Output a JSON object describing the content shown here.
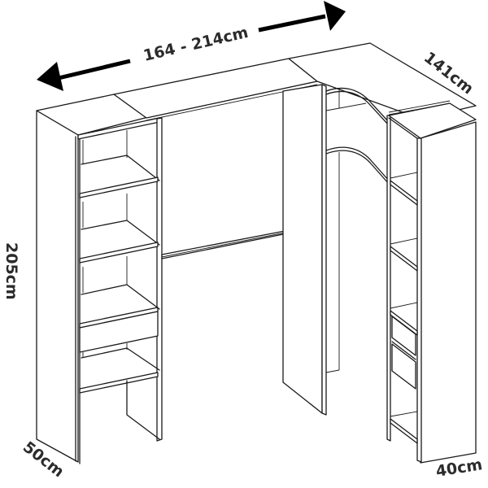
{
  "diagram": {
    "subject": "Corner wardrobe dimension drawing",
    "colors": {
      "line": "#1a1a1a",
      "text": "#2b2b2b",
      "background": "#ffffff"
    },
    "dimensions": {
      "width_range": "164 - 214cm",
      "corner_depth": "141cm",
      "height": "205cm",
      "left_depth": "50cm",
      "right_depth": "40cm"
    },
    "components": [
      {
        "name": "left-shelving-unit",
        "shelves": 5,
        "drawer": 1
      },
      {
        "name": "hanging-rail",
        "count": 1
      },
      {
        "name": "center-divider-panel",
        "count": 1
      },
      {
        "name": "corner-unit",
        "curved_shelves": 2
      },
      {
        "name": "right-shelving-unit",
        "shelves": 4,
        "drawers": 2
      }
    ]
  }
}
